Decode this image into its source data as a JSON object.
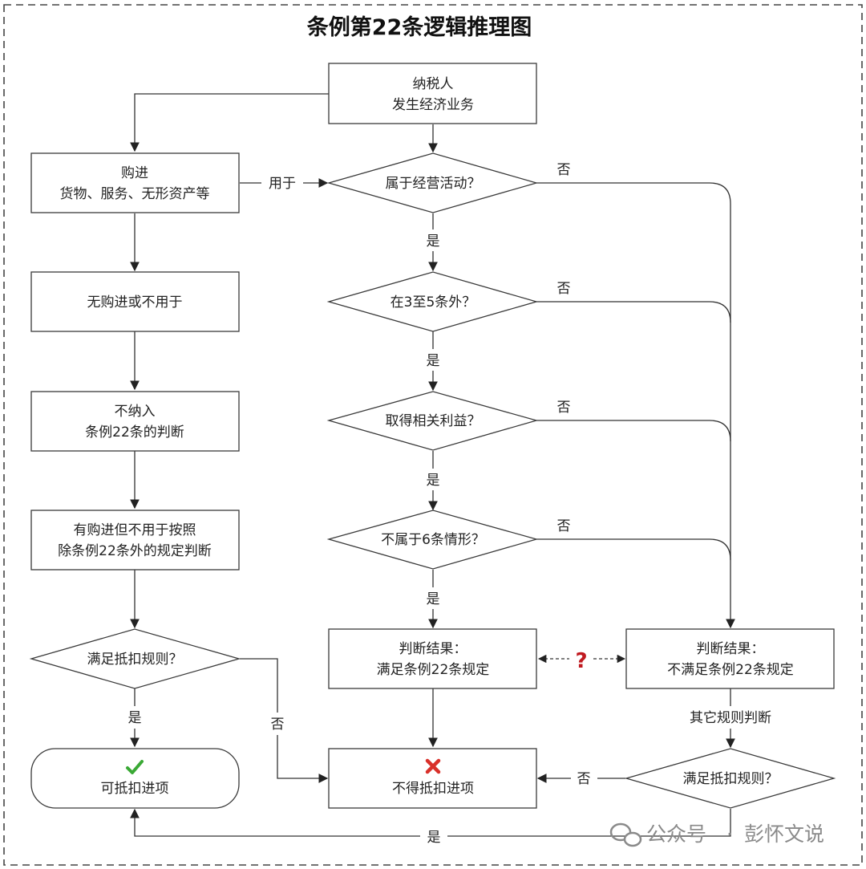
{
  "title": "条例第22条逻辑推理图",
  "nodes": {
    "start": {
      "line1": "纳税人",
      "line2": "发生经济业务"
    },
    "purchase": {
      "line1": "购进",
      "line2": "货物、服务、无形资产等"
    },
    "no_purchase": {
      "line1": "无购进或不用于"
    },
    "not_included": {
      "line1": "不纳入",
      "line2": "条例22条的判断"
    },
    "other_rules": {
      "line1": "有购进但不用于按照",
      "line2": "除条例22条外的规定判断"
    },
    "left_decision": {
      "line1": "满足抵扣规则？"
    },
    "deductible": {
      "line1": "可抵扣进项"
    },
    "q1": {
      "line1": "属于经营活动？"
    },
    "q2": {
      "line1": "在3至5条外？"
    },
    "q3": {
      "line1": "取得相关利益？"
    },
    "q4": {
      "line1": "不属于6条情形？"
    },
    "result_yes": {
      "line1": "判断结果：",
      "line2": "满足条例22条规定"
    },
    "result_no": {
      "line1": "判断结果：",
      "line2": "不满足条例22条规定"
    },
    "non_deductible": {
      "line1": "不得抵扣进项"
    },
    "right_decision": {
      "line1": "满足抵扣规则？"
    }
  },
  "edge_labels": {
    "used_for": "用于",
    "yes": "是",
    "no": "否",
    "other_rules_judge": "其它规则判断",
    "question_mark": "?"
  },
  "watermark": {
    "brand": "公众号",
    "separator": "·",
    "author": "彭怀文说"
  },
  "colors": {
    "check": "#3aa935",
    "cross": "#d9302a",
    "question": "#c0191f",
    "border": "#3a3a3a"
  }
}
